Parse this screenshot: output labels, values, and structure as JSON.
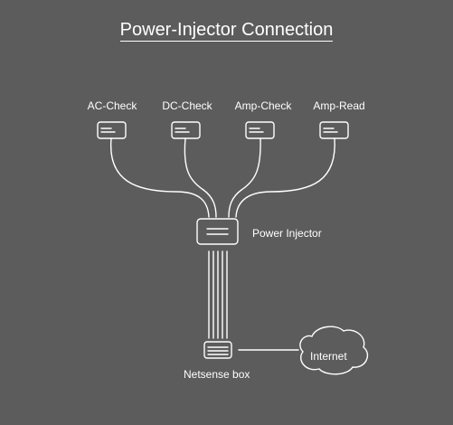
{
  "title": "Power-Injector Connection",
  "devices": [
    {
      "label": "AC-Check"
    },
    {
      "label": "DC-Check"
    },
    {
      "label": "Amp-Check"
    },
    {
      "label": "Amp-Read"
    }
  ],
  "injector": {
    "label": "Power Injector"
  },
  "netsense": {
    "label": "Netsense box"
  },
  "internet": {
    "label": "Internet"
  },
  "colors": {
    "background": "#5c5c5c",
    "line": "#ffffff"
  }
}
